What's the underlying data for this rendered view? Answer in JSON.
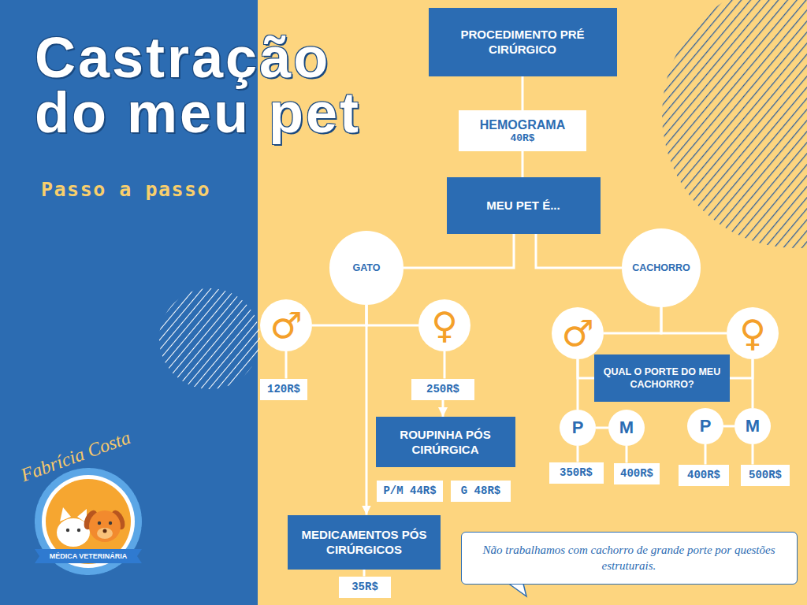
{
  "diagram": {
    "title": "Castração do meu pet",
    "nodes": [
      {
        "text": [
          "PROCEDIMENTO PRÉ CIRÚRGICO"
        ]
      },
      {
        "text": [
          "HEMOGRAMA",
          "40R$"
        ]
      },
      {
        "text": [
          "MEU PET É..."
        ]
      },
      {
        "text": [
          "GATO"
        ]
      },
      {
        "text": [
          "CACHORRO"
        ]
      },
      {
        "text": [
          "♂"
        ]
      },
      {
        "text": [
          "♀"
        ]
      },
      {
        "text": [
          "♂"
        ]
      },
      {
        "text": [
          "♀"
        ]
      },
      {
        "text": [
          "120R$"
        ]
      },
      {
        "text": [
          "250R$"
        ]
      },
      {
        "text": [
          "QUAL O PORTE DO MEU CACHORRO?"
        ]
      },
      {
        "text": [
          "ROUPINHA PÓS CIRÚRGICA"
        ]
      },
      {
        "text": [
          "P"
        ]
      },
      {
        "text": [
          "M"
        ]
      },
      {
        "text": [
          "P"
        ]
      },
      {
        "text": [
          "M"
        ]
      },
      {
        "text": [
          "P/M 44R$"
        ]
      },
      {
        "text": [
          "G 48R$"
        ]
      },
      {
        "text": [
          "350R$"
        ]
      },
      {
        "text": [
          "400R$"
        ]
      },
      {
        "text": [
          "400R$"
        ]
      },
      {
        "text": [
          "500R$"
        ]
      },
      {
        "text": [
          "MEDICAMENTOS PÓS CIRÚRGICOS"
        ]
      },
      {
        "text": [
          "35R$"
        ]
      },
      {
        "text": [
          "Não trabalhamos com cachorro de grande porte por questões estruturais."
        ]
      }
    ],
    "edges": [
      {
        "from": 0,
        "to": 1,
        "arrow": "none"
      },
      {
        "from": 1,
        "to": 2,
        "arrow": "none"
      },
      {
        "from": 2,
        "to": 3,
        "arrow": "none"
      },
      {
        "from": 2,
        "to": 4,
        "arrow": "none"
      },
      {
        "from": 3,
        "to": 5,
        "arrow": "none"
      },
      {
        "from": 3,
        "to": 6,
        "arrow": "none"
      },
      {
        "from": 3,
        "to": 23,
        "arrow": "to"
      },
      {
        "from": 5,
        "to": 9,
        "arrow": "none"
      },
      {
        "from": 6,
        "to": 10,
        "arrow": "none"
      },
      {
        "from": 10,
        "to": 12,
        "arrow": "to"
      },
      {
        "from": 23,
        "to": 24,
        "arrow": "none"
      },
      {
        "from": 4,
        "to": 7,
        "arrow": "none"
      },
      {
        "from": 4,
        "to": 8,
        "arrow": "none"
      },
      {
        "from": 7,
        "to": 11,
        "arrow": "none"
      },
      {
        "from": 8,
        "to": 11,
        "arrow": "none"
      },
      {
        "from": 7,
        "to": 13,
        "arrow": "none"
      },
      {
        "from": 13,
        "to": 14,
        "arrow": "none"
      },
      {
        "from": 8,
        "to": 16,
        "arrow": "none"
      },
      {
        "from": 15,
        "to": 16,
        "arrow": "none"
      },
      {
        "from": 13,
        "to": 19,
        "arrow": "none"
      },
      {
        "from": 14,
        "to": 20,
        "arrow": "none"
      },
      {
        "from": 15,
        "to": 21,
        "arrow": "none"
      },
      {
        "from": 16,
        "to": 22,
        "arrow": "none"
      }
    ],
    "labels": [
      "Passo a passo",
      "Fabrícia Costa",
      "MÉDICA VETERINÁRIA"
    ]
  }
}
